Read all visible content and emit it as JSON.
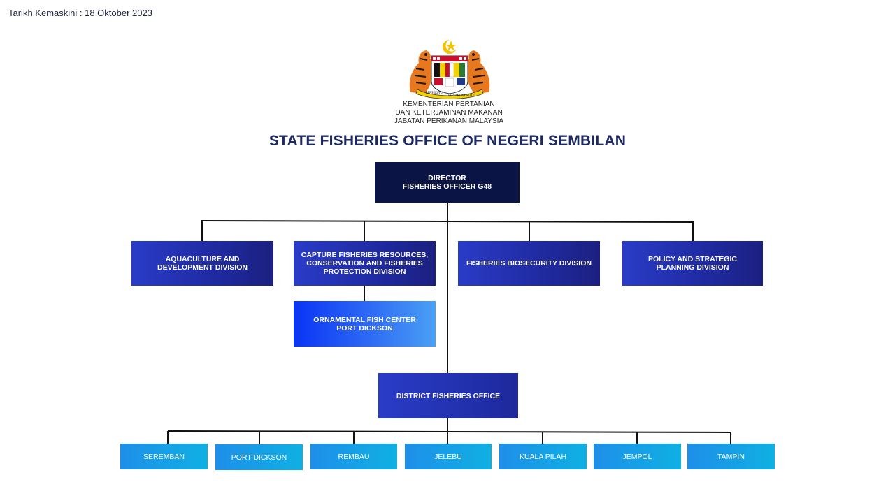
{
  "last_updated": "Tarikh Kemaskini : 18 Oktober 2023",
  "logo": {
    "icon": "malaysia-coat-of-arms-icon",
    "motto_left": "BERSEKUTU",
    "motto_right": "BERTAMBAH MUTU"
  },
  "agency_lines": [
    "KEMENTERIAN PERTANIAN",
    "DAN KETERJAMINAN MAKANAN",
    "JABATAN PERIKANAN MALAYSIA"
  ],
  "title": "STATE FISHERIES OFFICE OF NEGERI SEMBILAN",
  "director": {
    "lines": [
      "DIRECTOR",
      "FISHERIES OFFICER G48"
    ]
  },
  "divisions": [
    {
      "lines": [
        "AQUACULTURE AND",
        "DEVELOPMENT DIVISION"
      ]
    },
    {
      "lines": [
        "CAPTURE FISHERIES RESOURCES,",
        "CONSERVATION AND FISHERIES",
        "PROTECTION DIVISION"
      ]
    },
    {
      "lines": [
        "FISHERIES BIOSECURITY DIVISION"
      ]
    },
    {
      "lines": [
        "POLICY AND STRATEGIC",
        "PLANNING DIVISION"
      ]
    }
  ],
  "ornamental_center": {
    "lines": [
      "ORNAMENTAL FISH CENTER",
      "PORT DICKSON"
    ]
  },
  "district_office": {
    "lines": [
      "DISTRICT FISHERIES OFFICE"
    ]
  },
  "districts": [
    "SEREMBAN",
    "PORT DICKSON",
    "REMBAU",
    "JELEBU",
    "KUALA PILAH",
    "JEMPOL",
    "TAMPIN"
  ],
  "colors": {
    "title": "#1c2963",
    "director": "#0b1545",
    "division": "#1f2aa0",
    "ornamental": "#2f6cf5",
    "district_leaf": "#0fb0e3",
    "connector": "#111111"
  }
}
